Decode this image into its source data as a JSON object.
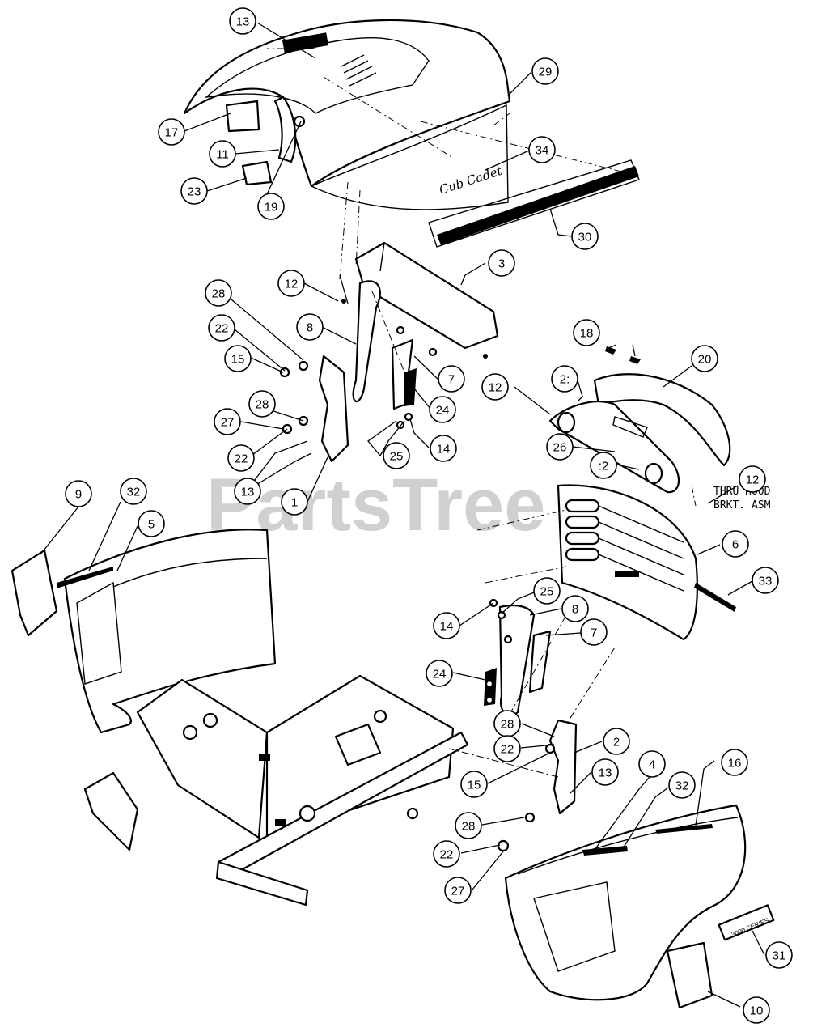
{
  "watermark": "PartsTree",
  "logo_badge": "Cub Cadet",
  "side_badge": "3000 SERIES",
  "hood_note": [
    "THRU HOOD",
    "BRKT. ASM"
  ],
  "callouts": [
    {
      "id": "c13a",
      "label": "13"
    },
    {
      "id": "c29",
      "label": "29"
    },
    {
      "id": "c17",
      "label": "17"
    },
    {
      "id": "c11",
      "label": "11"
    },
    {
      "id": "c34",
      "label": "34"
    },
    {
      "id": "c23",
      "label": "23"
    },
    {
      "id": "c19",
      "label": "19"
    },
    {
      "id": "c30",
      "label": "30"
    },
    {
      "id": "c3",
      "label": "3"
    },
    {
      "id": "c12a",
      "label": "12"
    },
    {
      "id": "c28a",
      "label": "28"
    },
    {
      "id": "c22a",
      "label": "22"
    },
    {
      "id": "c8a",
      "label": "8"
    },
    {
      "id": "c15a",
      "label": "15"
    },
    {
      "id": "c7a",
      "label": "7"
    },
    {
      "id": "c28b",
      "label": "28"
    },
    {
      "id": "c24a",
      "label": "24"
    },
    {
      "id": "c27a",
      "label": "27"
    },
    {
      "id": "c22b",
      "label": "22"
    },
    {
      "id": "c25a",
      "label": "25"
    },
    {
      "id": "c14a",
      "label": "14"
    },
    {
      "id": "c13b",
      "label": "13"
    },
    {
      "id": "c1",
      "label": "1"
    },
    {
      "id": "c18",
      "label": "18"
    },
    {
      "id": "c20",
      "label": "20"
    },
    {
      "id": "c21",
      "label": "2:"
    },
    {
      "id": "c12b",
      "label": "12"
    },
    {
      "id": "c26",
      "label": "26"
    },
    {
      "id": "c12c",
      "label": ":2"
    },
    {
      "id": "c12d",
      "label": "12"
    },
    {
      "id": "c9",
      "label": "9"
    },
    {
      "id": "c32a",
      "label": "32"
    },
    {
      "id": "c5",
      "label": "5"
    },
    {
      "id": "c6",
      "label": "6"
    },
    {
      "id": "c33",
      "label": "33"
    },
    {
      "id": "c25b",
      "label": "25"
    },
    {
      "id": "c14b",
      "label": "14"
    },
    {
      "id": "c8b",
      "label": "8"
    },
    {
      "id": "c7b",
      "label": "7"
    },
    {
      "id": "c24b",
      "label": "24"
    },
    {
      "id": "c28c",
      "label": "28"
    },
    {
      "id": "c22c",
      "label": "22"
    },
    {
      "id": "c2",
      "label": "2"
    },
    {
      "id": "c15b",
      "label": "15"
    },
    {
      "id": "c13c",
      "label": "13"
    },
    {
      "id": "c4",
      "label": "4"
    },
    {
      "id": "c16",
      "label": "16"
    },
    {
      "id": "c32b",
      "label": "32"
    },
    {
      "id": "c28d",
      "label": "28"
    },
    {
      "id": "c22d",
      "label": "22"
    },
    {
      "id": "c27b",
      "label": "27"
    },
    {
      "id": "c31",
      "label": "31"
    },
    {
      "id": "c10",
      "label": "10"
    }
  ]
}
